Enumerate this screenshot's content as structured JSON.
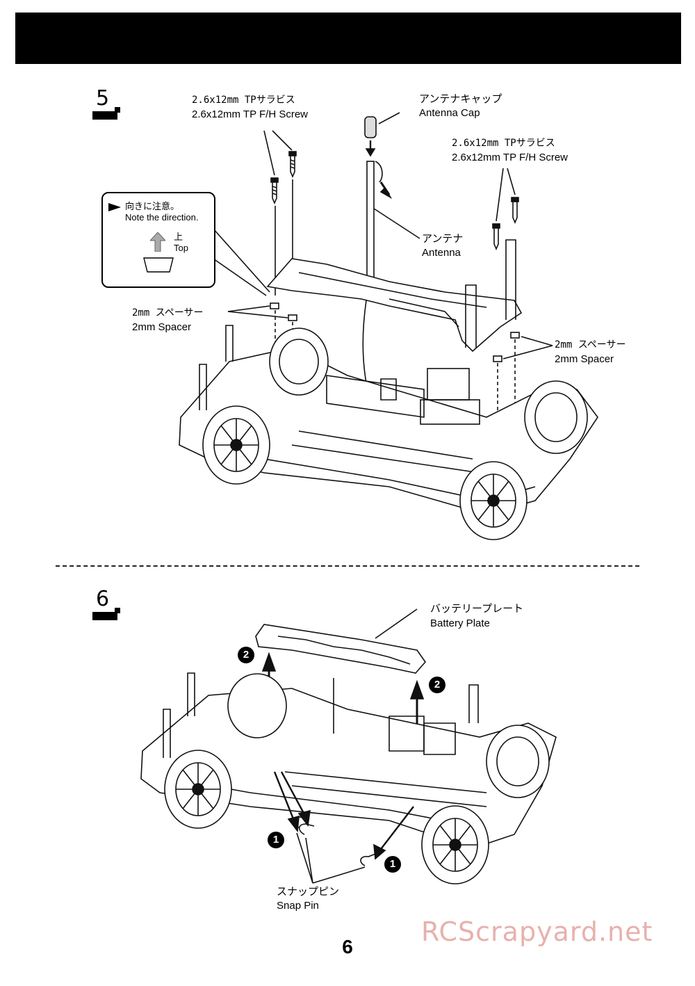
{
  "step5": {
    "number": "5",
    "screw_left_jp": "2.6x12mm TPサラビス",
    "screw_left_en": "2.6x12mm TP F/H Screw",
    "antenna_cap_jp": "アンテナキャップ",
    "antenna_cap_en": "Antenna Cap",
    "screw_right_jp": "2.6x12mm TPサラビス",
    "screw_right_en": "2.6x12mm TP F/H Screw",
    "antenna_jp": "アンテナ",
    "antenna_en": "Antenna",
    "spacer_left_jp": "2mm スペーサー",
    "spacer_left_en": "2mm Spacer",
    "spacer_right_jp": "2mm スペーサー",
    "spacer_right_en": "2mm Spacer",
    "note": {
      "jp": "向きに注意。",
      "en": "Note the direction.",
      "top_jp": "上",
      "top_en": "Top"
    }
  },
  "step6": {
    "number": "6",
    "battery_plate_jp": "バッテリープレート",
    "battery_plate_en": "Battery Plate",
    "snap_pin_jp": "スナップピン",
    "snap_pin_en": "Snap Pin",
    "badge_1": "1",
    "badge_2": "2"
  },
  "page_number": "6",
  "watermark": "RCScrapyard.net"
}
